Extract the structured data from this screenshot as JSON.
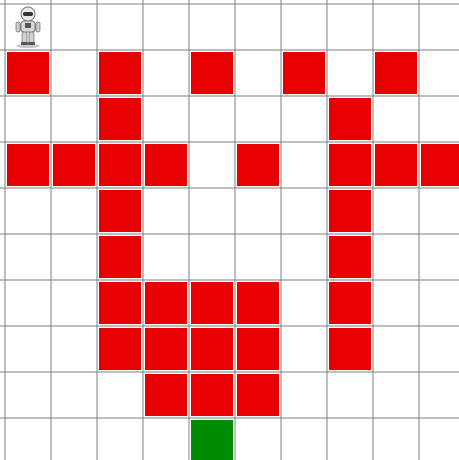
{
  "grid": {
    "rows": 10,
    "cols": 10,
    "line_color": "#7f7f7f",
    "background": "#ffffff"
  },
  "colors": {
    "obstacle": "#e60000",
    "goal": "#008c00"
  },
  "agent": {
    "row": 0,
    "col": 0,
    "icon": "robot-icon"
  },
  "goal": {
    "row": 9,
    "col": 4
  },
  "obstacles": [
    [
      1,
      0
    ],
    [
      1,
      2
    ],
    [
      1,
      4
    ],
    [
      1,
      6
    ],
    [
      1,
      8
    ],
    [
      2,
      2
    ],
    [
      2,
      7
    ],
    [
      3,
      0
    ],
    [
      3,
      1
    ],
    [
      3,
      2
    ],
    [
      3,
      3
    ],
    [
      3,
      5
    ],
    [
      3,
      7
    ],
    [
      3,
      8
    ],
    [
      3,
      9
    ],
    [
      4,
      2
    ],
    [
      4,
      7
    ],
    [
      5,
      2
    ],
    [
      5,
      7
    ],
    [
      6,
      2
    ],
    [
      6,
      3
    ],
    [
      6,
      4
    ],
    [
      6,
      5
    ],
    [
      6,
      7
    ],
    [
      7,
      2
    ],
    [
      7,
      3
    ],
    [
      7,
      4
    ],
    [
      7,
      5
    ],
    [
      7,
      7
    ],
    [
      8,
      3
    ],
    [
      8,
      4
    ],
    [
      8,
      5
    ]
  ]
}
